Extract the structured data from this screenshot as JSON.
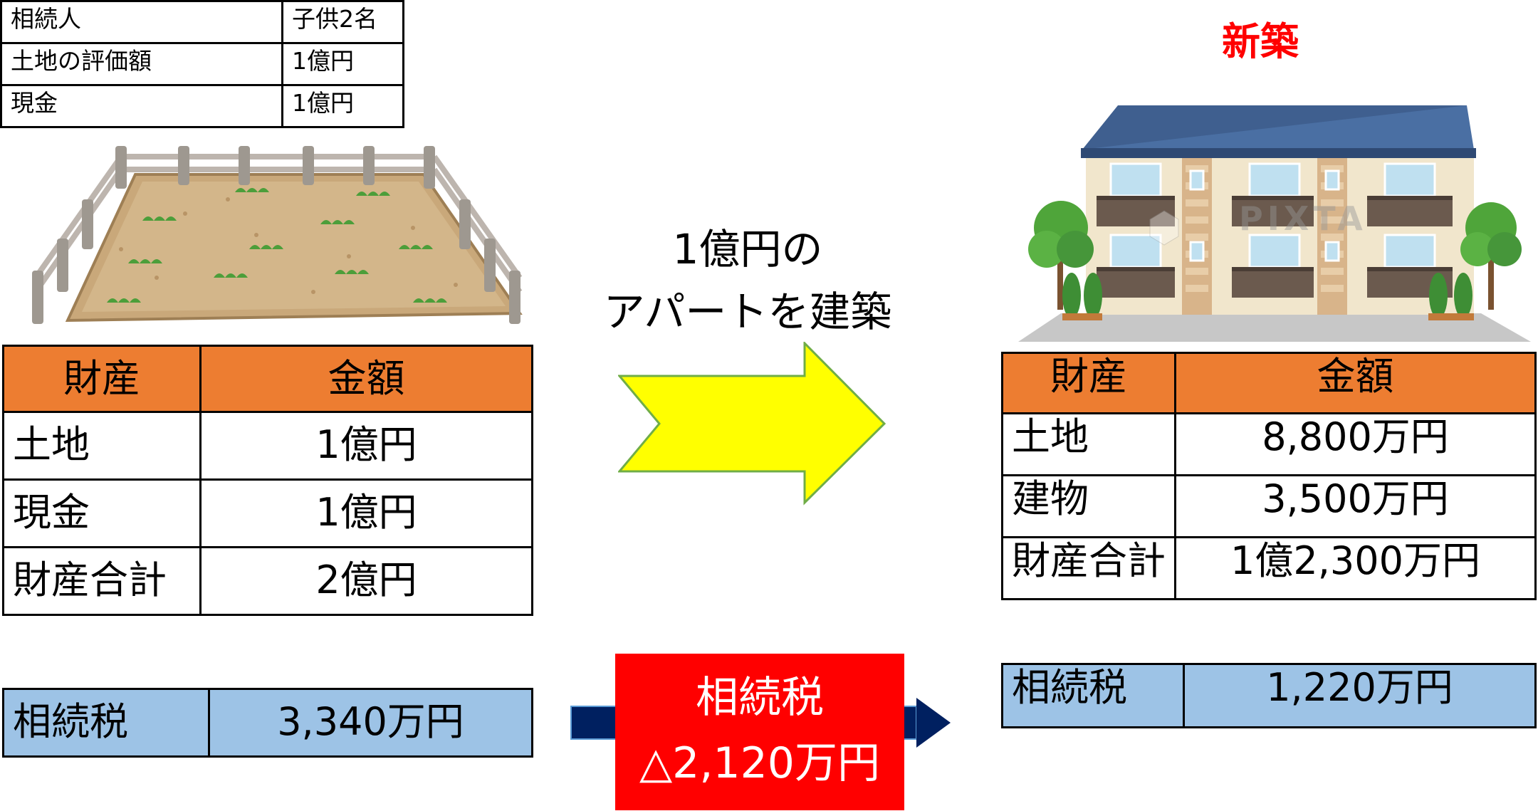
{
  "info_table": [
    {
      "label": "相続人",
      "value": "子供2名"
    },
    {
      "label": "土地の評価額",
      "value": "1億円"
    },
    {
      "label": "現金",
      "value": "1億円"
    }
  ],
  "before": {
    "header": {
      "col1": "財産",
      "col2": "金額"
    },
    "rows": [
      {
        "label": "土地",
        "value": "1億円"
      },
      {
        "label": "現金",
        "value": "1億円"
      },
      {
        "label": "財産合計",
        "value": "2億円"
      }
    ],
    "tax": {
      "label": "相続税",
      "value": "3,340万円"
    }
  },
  "after": {
    "title": "新築",
    "header": {
      "col1": "財産",
      "col2": "金額"
    },
    "rows": [
      {
        "label": "土地",
        "value": "8,800万円"
      },
      {
        "label": "建物",
        "value": "3,500万円"
      },
      {
        "label": "財産合計",
        "value": "1億2,300万円"
      }
    ],
    "tax": {
      "label": "相続税",
      "value": "1,220万円"
    }
  },
  "middle": {
    "line1": "1億円の",
    "line2": "アパートを建築"
  },
  "reduction": {
    "label": "相続税",
    "value": "△2,120万円"
  },
  "colors": {
    "header": "#ED7D31",
    "tax": "#9DC3E6",
    "arrow_yellow": "#FFFF00",
    "arrow_navy": "#002060",
    "reduction_box": "#FF0000",
    "title_red": "#FF0000"
  },
  "watermark": "PIXTA"
}
